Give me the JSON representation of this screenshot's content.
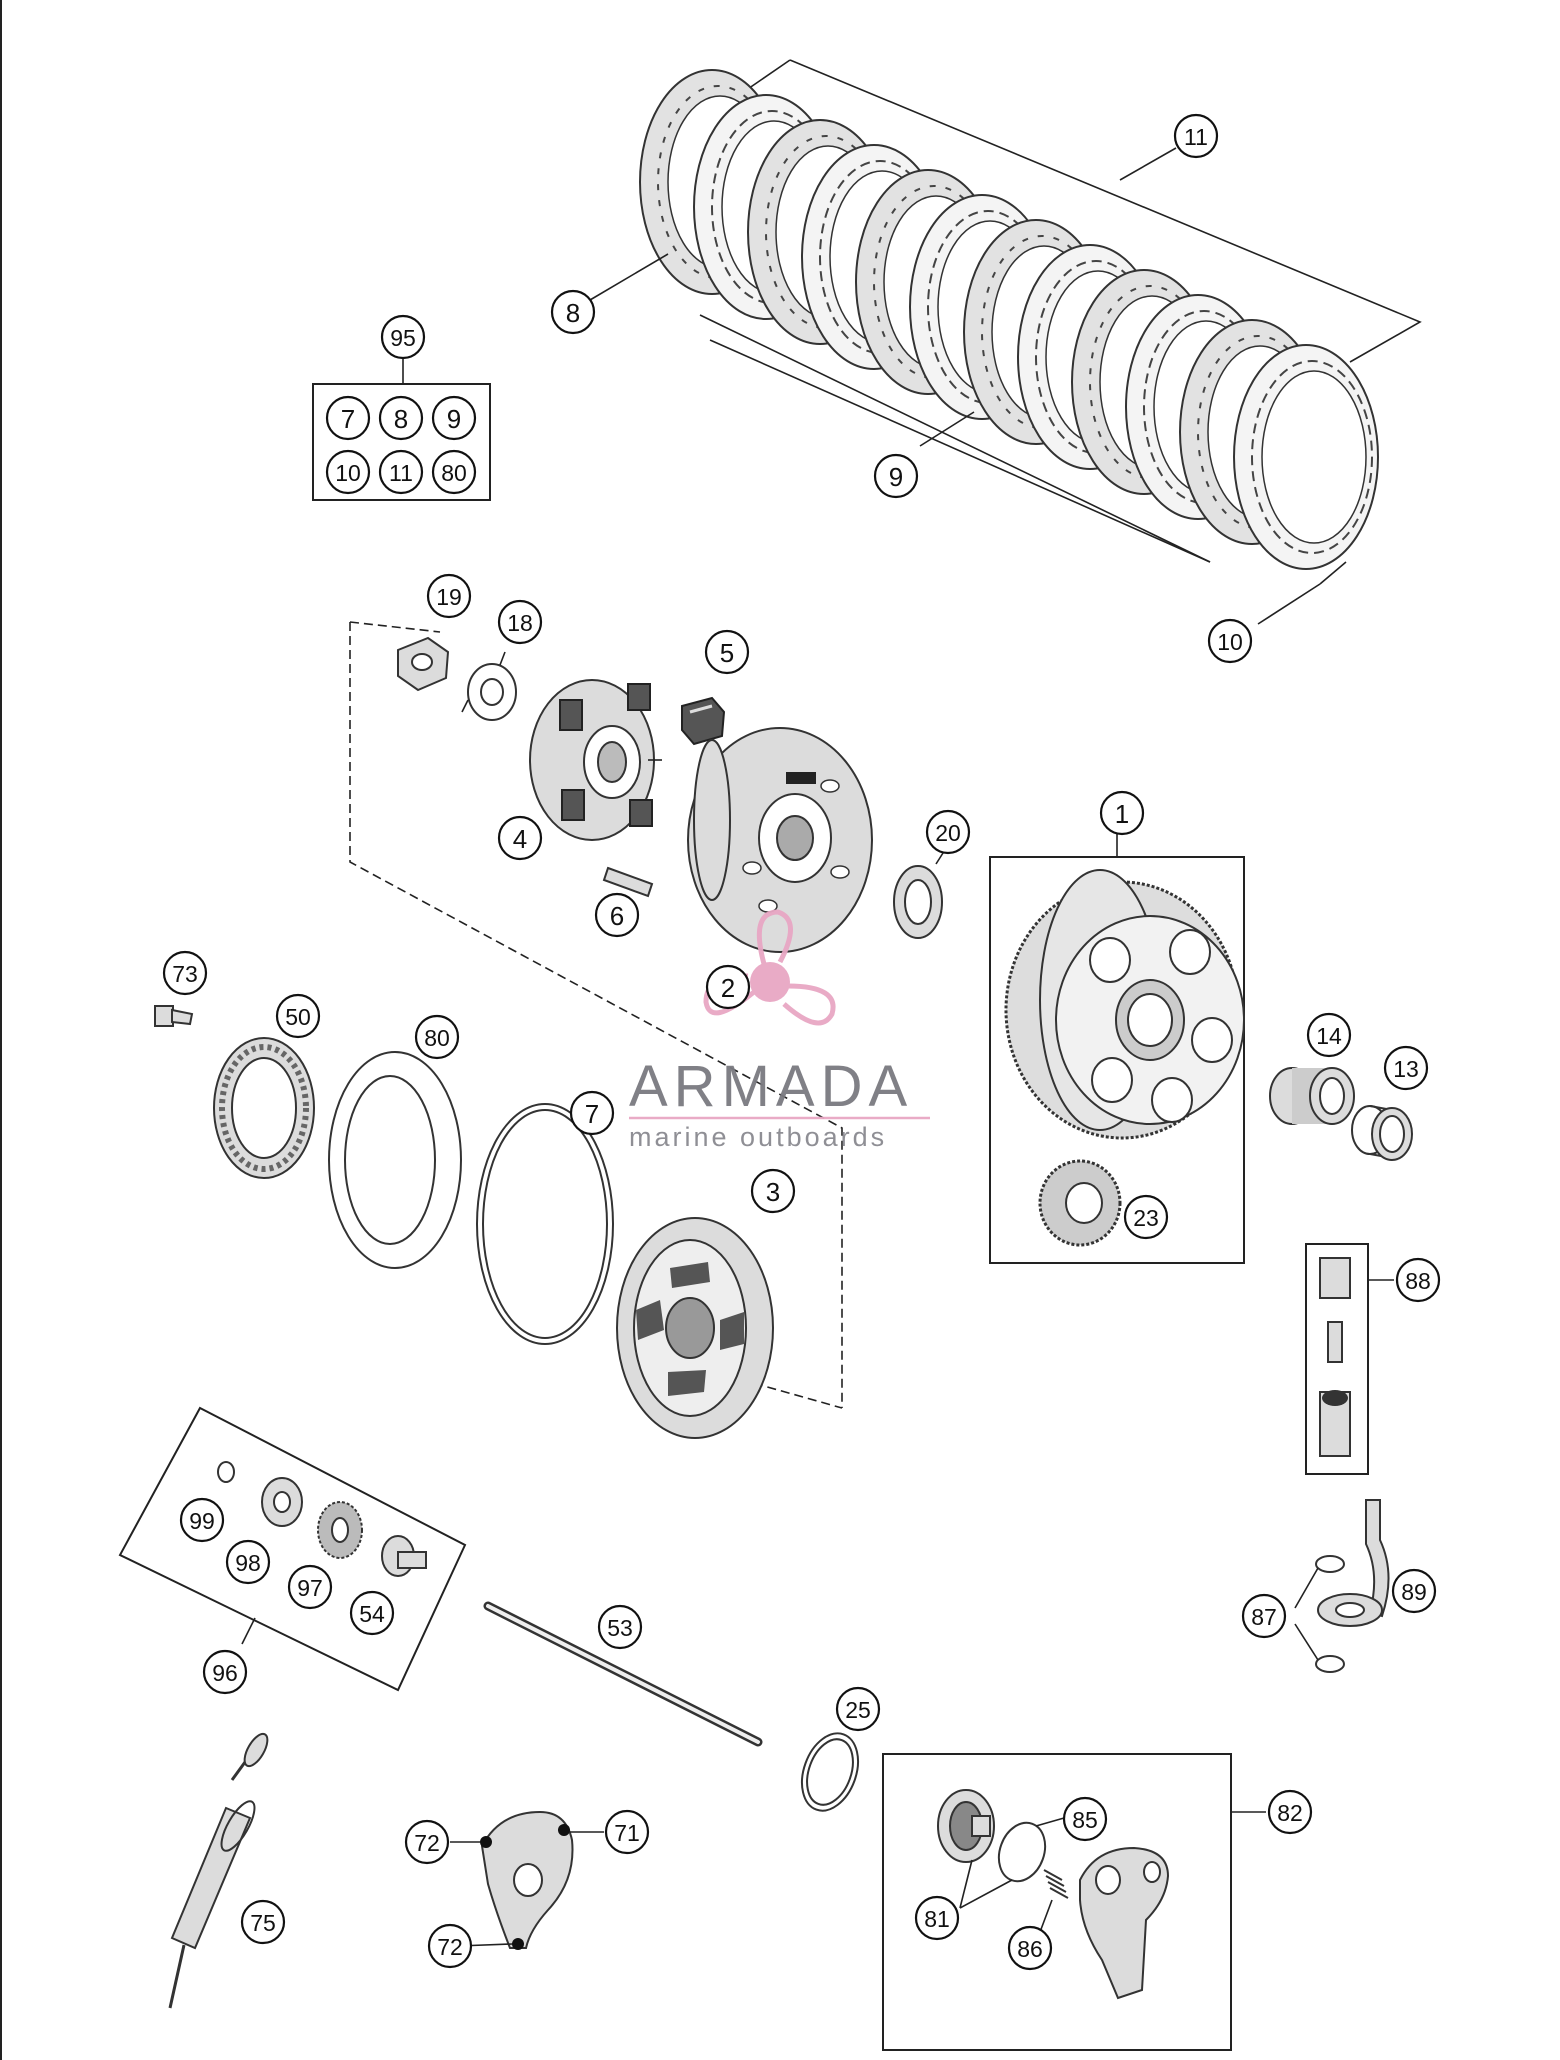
{
  "diagram": {
    "callouts": {
      "c1": "1",
      "c2": "2",
      "c3": "3",
      "c4": "4",
      "c5": "5",
      "c6": "6",
      "c7": "7",
      "c8": "8",
      "c9": "9",
      "c10": "10",
      "c11": "11",
      "c13": "13",
      "c14": "14",
      "c18": "18",
      "c19": "19",
      "c20": "20",
      "c23": "23",
      "c25": "25",
      "c50": "50",
      "c53": "53",
      "c54": "54",
      "c71": "71",
      "c72a": "72",
      "c72b": "72",
      "c73": "73",
      "c75": "75",
      "c80": "80",
      "c81": "81",
      "c82": "82",
      "c85": "85",
      "c86": "86",
      "c87": "87",
      "c88": "88",
      "c89": "89",
      "c95": "95",
      "c96": "96",
      "c97": "97",
      "c98": "98",
      "c99": "99"
    },
    "kit95": {
      "row1": [
        "7",
        "8",
        "9"
      ],
      "row2": [
        "10",
        "11",
        "80"
      ]
    },
    "watermark": {
      "brand": "ARMADA",
      "tagline": "marine outboards",
      "color": "#e8a7c4"
    }
  }
}
